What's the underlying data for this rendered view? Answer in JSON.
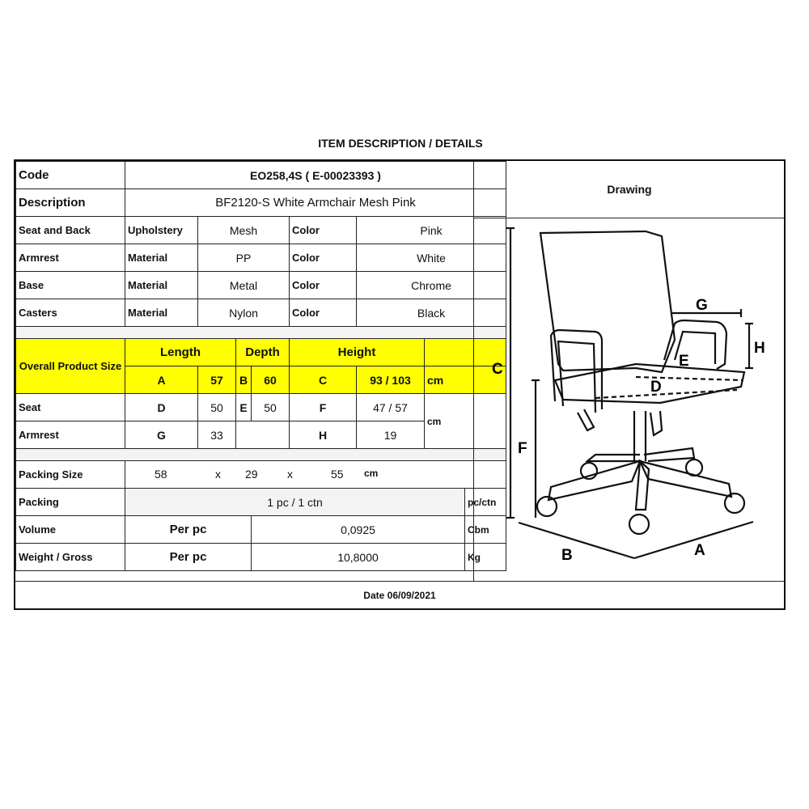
{
  "title": "ITEM DESCRIPTION / DETAILS",
  "code": {
    "label": "Code",
    "value": "EO258,4S  ( E-00023393 )"
  },
  "description": {
    "label": "Description",
    "value": "BF2120-S White Armchair Mesh Pink"
  },
  "drawing_label": "Drawing",
  "components": [
    {
      "part": "Seat and Back",
      "attr": "Upholstery",
      "value": "Mesh",
      "color_label": "Color",
      "color": "Pink"
    },
    {
      "part": "Armrest",
      "attr": "Material",
      "value": "PP",
      "color_label": "Color",
      "color": "White"
    },
    {
      "part": "Base",
      "attr": "Material",
      "value": "Metal",
      "color_label": "Color",
      "color": "Chrome"
    },
    {
      "part": "Casters",
      "attr": "Material",
      "value": "Nylon",
      "color_label": "Color",
      "color": "Black"
    }
  ],
  "overall": {
    "label": "Overall Product Size",
    "length_label": "Length",
    "depth_label": "Depth",
    "height_label": "Height",
    "a_label": "A",
    "a_value": "57",
    "b_label": "B",
    "b_value": "60",
    "c_label": "C",
    "c_value": "93 / 103",
    "unit": "cm"
  },
  "seat": {
    "label": "Seat",
    "d_label": "D",
    "d_value": "50",
    "e_label": "E",
    "e_value": "50",
    "f_label": "F",
    "f_value": "47 / 57"
  },
  "armrest": {
    "label": "Armrest",
    "g_label": "G",
    "g_value": "33",
    "h_label": "H",
    "h_value": "19"
  },
  "dims_unit": "cm",
  "packing_size": {
    "label": "Packing Size",
    "l": "58",
    "x1": "x",
    "w": "29",
    "x2": "x",
    "h": "55",
    "unit": "cm"
  },
  "packing": {
    "label": "Packing",
    "value": "1 pc / 1 ctn",
    "unit": "pc/ctn"
  },
  "volume": {
    "label": "Volume",
    "per": "Per pc",
    "value": "0,0925",
    "unit": "Cbm"
  },
  "weight": {
    "label": "Weight / Gross",
    "per": "Per pc",
    "value": "10,8000",
    "unit": "Kg"
  },
  "date": "Date 06/09/2021",
  "drawing_letters": {
    "A": "A",
    "B": "B",
    "C": "C",
    "D": "D",
    "E": "E",
    "F": "F",
    "G": "G",
    "H": "H"
  },
  "colors": {
    "highlight": "#ffff00",
    "line": "#111111",
    "spacer": "#f3f3f3"
  }
}
